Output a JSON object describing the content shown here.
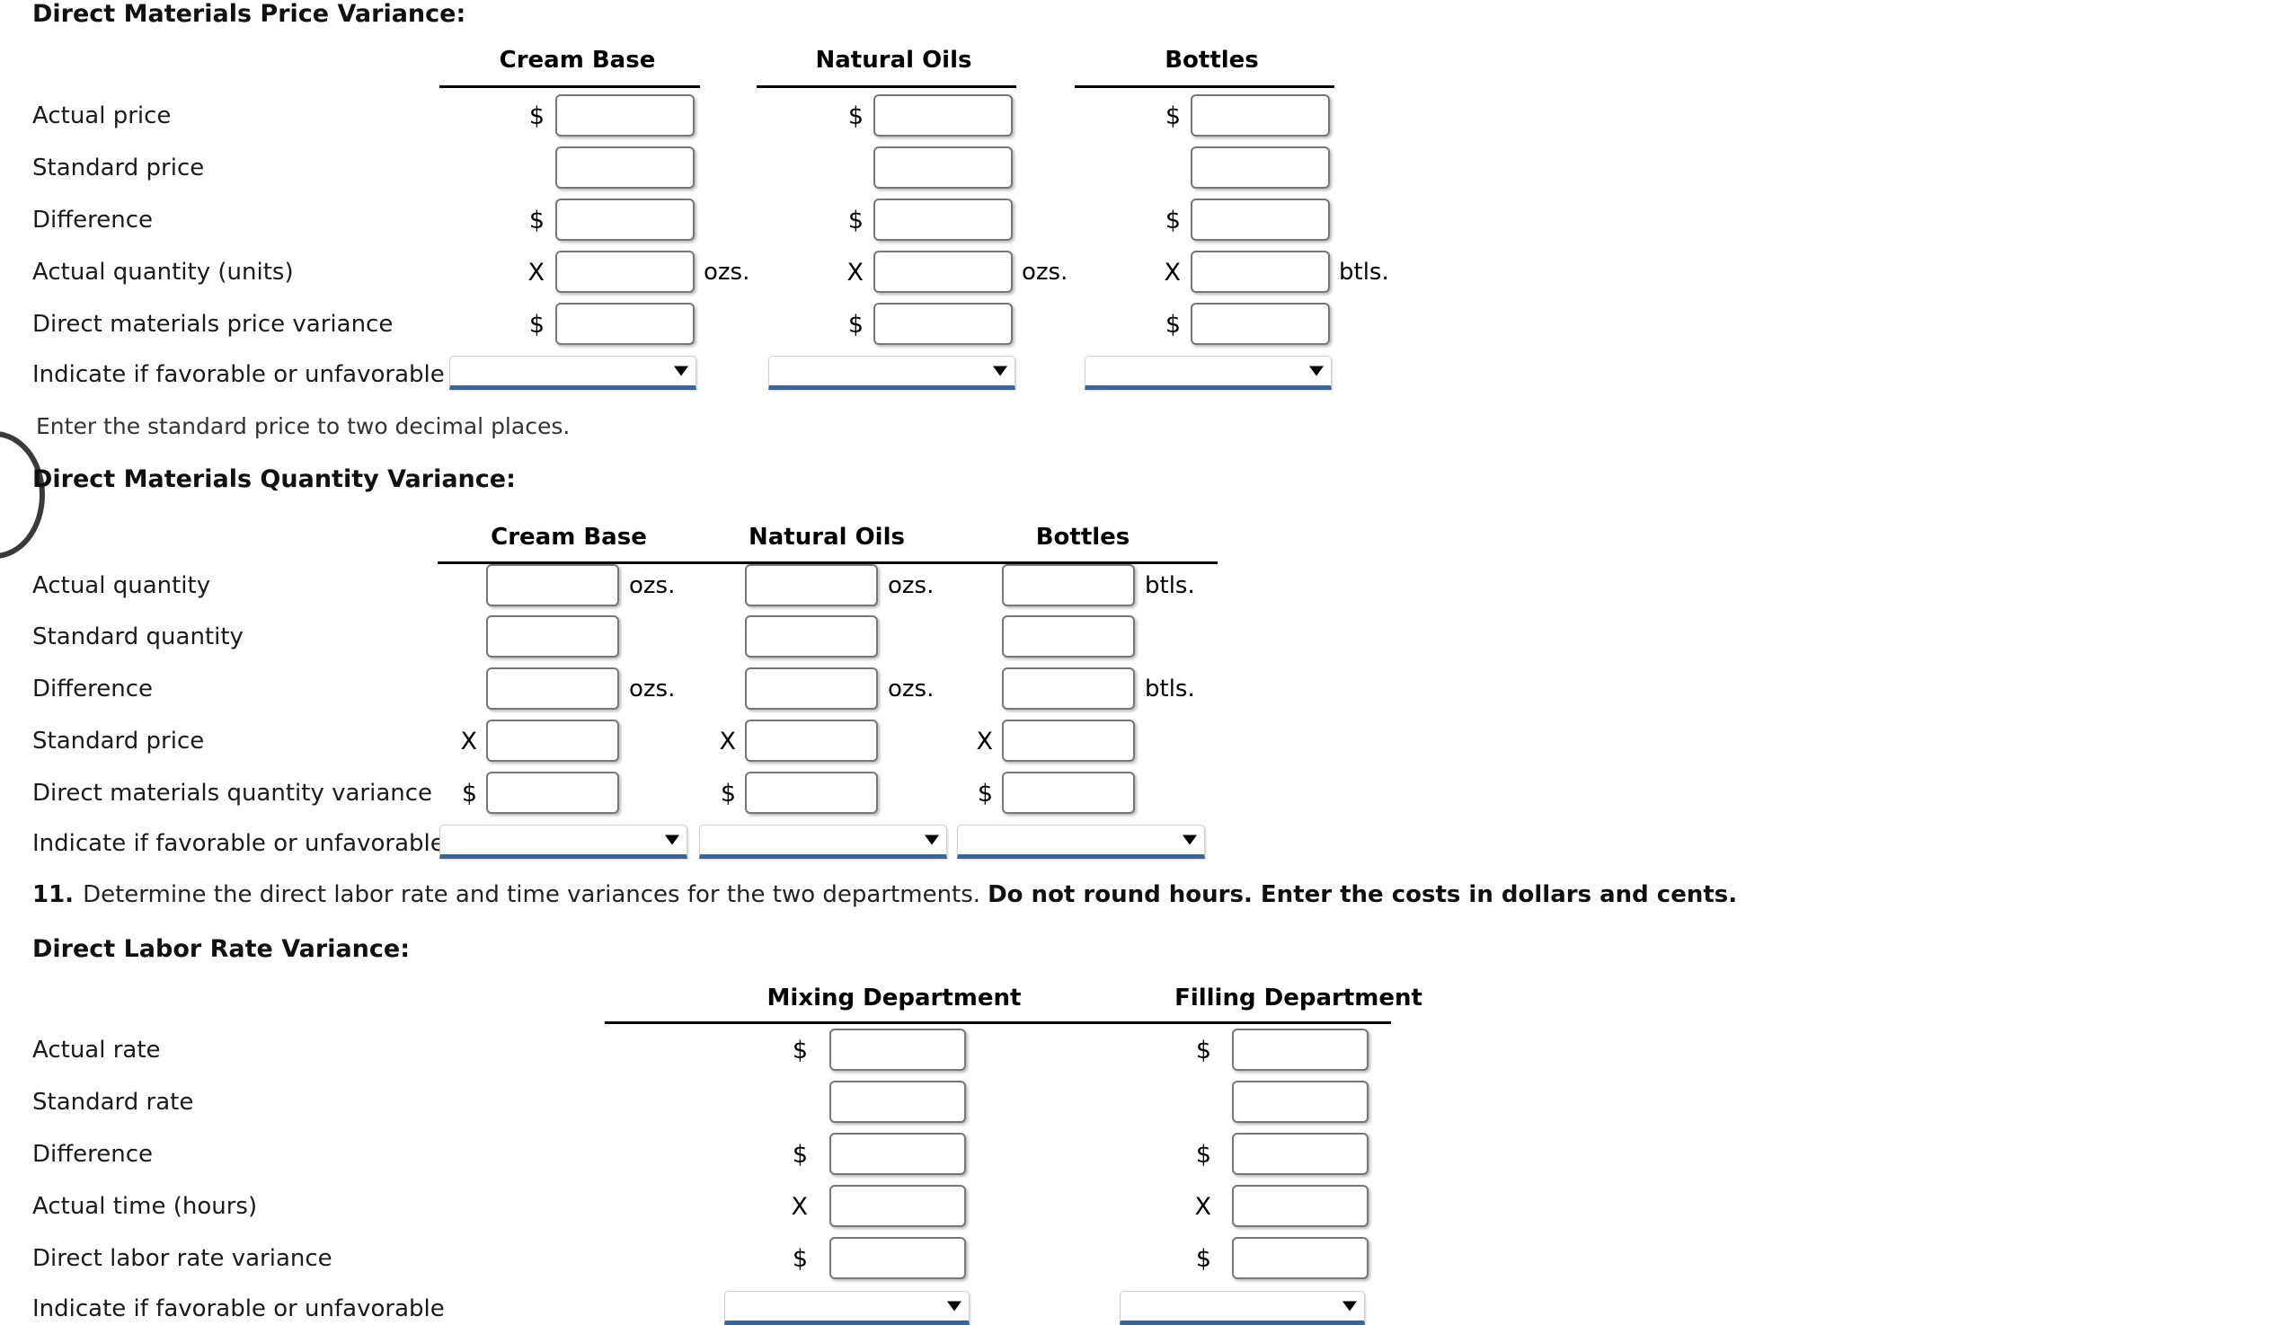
{
  "sections": {
    "dm_price": {
      "title": "Direct Materials Price Variance:",
      "columns": [
        "Cream Base",
        "Natural Oils",
        "Bottles"
      ],
      "rows": [
        {
          "label": "Actual price",
          "prefixes": [
            "$",
            "$",
            "$"
          ],
          "suffixes": [
            "",
            "",
            ""
          ]
        },
        {
          "label": "Standard price",
          "prefixes": [
            "",
            "",
            ""
          ],
          "suffixes": [
            "",
            "",
            ""
          ]
        },
        {
          "label": "Difference",
          "prefixes": [
            "$",
            "$",
            "$"
          ],
          "suffixes": [
            "",
            "",
            ""
          ]
        },
        {
          "label": "Actual quantity (units)",
          "prefixes": [
            "X",
            "X",
            "X"
          ],
          "suffixes": [
            "ozs.",
            "ozs.",
            "btls."
          ]
        },
        {
          "label": "Direct materials price variance",
          "prefixes": [
            "$",
            "$",
            "$"
          ],
          "suffixes": [
            "",
            "",
            ""
          ]
        }
      ],
      "indicate_label": "Indicate if favorable or unfavorable",
      "select_values": [
        "",
        "",
        ""
      ]
    },
    "hint": "Enter the standard price to two decimal places.",
    "dm_quantity": {
      "title": "Direct Materials Quantity Variance:",
      "columns": [
        "Cream Base",
        "Natural Oils",
        "Bottles"
      ],
      "rows": [
        {
          "label": "Actual quantity",
          "prefixes": [
            "",
            "",
            ""
          ],
          "suffixes": [
            "ozs.",
            "ozs.",
            "btls."
          ]
        },
        {
          "label": "Standard quantity",
          "prefixes": [
            "",
            "",
            ""
          ],
          "suffixes": [
            "",
            "",
            ""
          ]
        },
        {
          "label": "Difference",
          "prefixes": [
            "",
            "",
            ""
          ],
          "suffixes": [
            "ozs.",
            "ozs.",
            "btls."
          ]
        },
        {
          "label": "Standard price",
          "prefixes": [
            "X",
            "X",
            "X"
          ],
          "suffixes": [
            "",
            "",
            ""
          ]
        },
        {
          "label": "Direct materials quantity variance",
          "prefixes": [
            "$",
            "$",
            "$"
          ],
          "suffixes": [
            "",
            "",
            ""
          ]
        }
      ],
      "indicate_label": "Indicate if favorable or unfavorable",
      "select_values": [
        "",
        "",
        ""
      ]
    },
    "question11": {
      "number": "11.",
      "text": "Determine the direct labor rate and time variances for the two departments.",
      "bold_text": "Do not round hours. Enter the costs in dollars and cents."
    },
    "dl_rate": {
      "title": "Direct Labor Rate Variance:",
      "columns": [
        "Mixing Department",
        "Filling Department"
      ],
      "rows": [
        {
          "label": "Actual rate",
          "prefixes": [
            "$",
            "$"
          ],
          "suffixes": [
            "",
            ""
          ]
        },
        {
          "label": "Standard rate",
          "prefixes": [
            "",
            ""
          ],
          "suffixes": [
            "",
            ""
          ]
        },
        {
          "label": "Difference",
          "prefixes": [
            "$",
            "$"
          ],
          "suffixes": [
            "",
            ""
          ]
        },
        {
          "label": "Actual time (hours)",
          "prefixes": [
            "X",
            "X"
          ],
          "suffixes": [
            "",
            ""
          ]
        },
        {
          "label": "Direct labor rate variance",
          "prefixes": [
            "$",
            "$"
          ],
          "suffixes": [
            "",
            ""
          ]
        }
      ],
      "indicate_label": "Indicate if favorable or unfavorable",
      "select_values": [
        "",
        ""
      ]
    }
  },
  "colors": {
    "select_underline": "#3c6391",
    "input_border": "#777777",
    "rule": "#000000"
  },
  "icons": {
    "dropdown": "chevron-down-icon"
  }
}
